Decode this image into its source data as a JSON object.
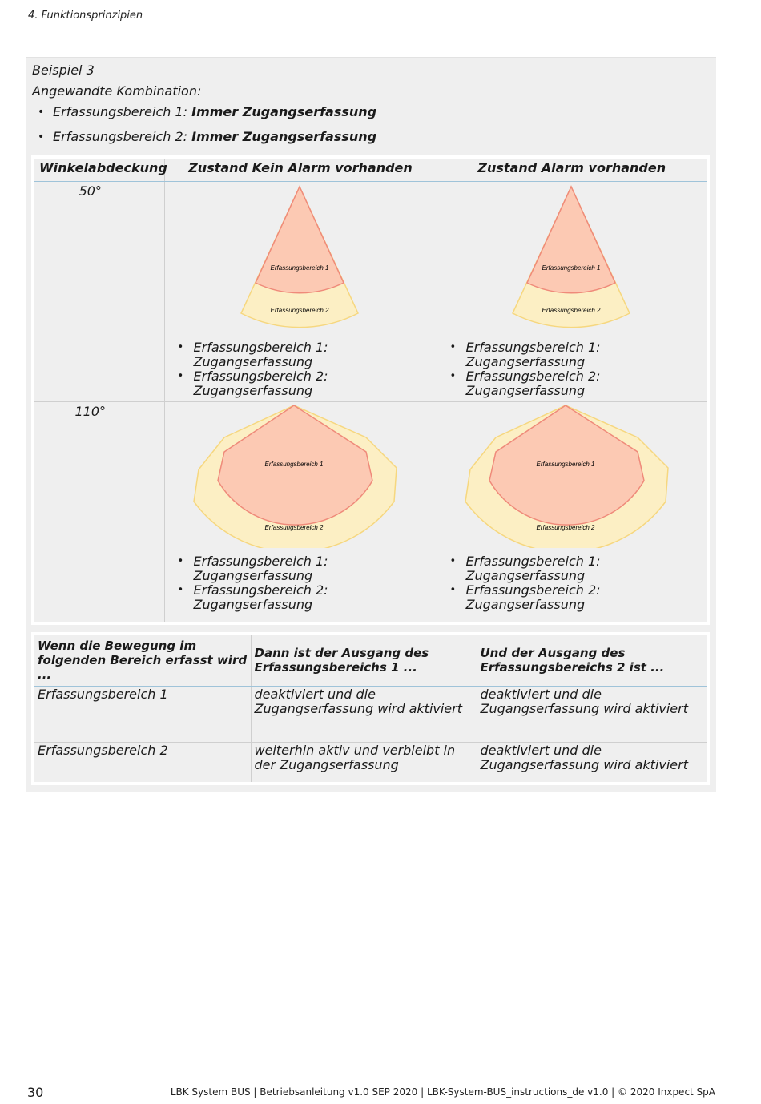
{
  "header": {
    "chapter": "4.  Funktionsprinzipien"
  },
  "example": {
    "title": "Beispiel 3",
    "subtitle": "Angewandte Kombination:",
    "combination": [
      {
        "prefix": "Erfassungsbereich 1: ",
        "value": "Immer Zugangserfassung"
      },
      {
        "prefix": "Erfassungsbereich 2: ",
        "value": "Immer Zugangserfassung"
      }
    ]
  },
  "coverage_table": {
    "headers": [
      "Winkelabdeckung",
      "Zustand Kein Alarm vorhanden",
      "Zustand Alarm vorhanden"
    ],
    "zone1_label": "Erfassungsbereich 1",
    "zone2_label": "Erfassungsbereich 2",
    "rows": [
      {
        "angle": "50°",
        "no_alarm": [
          "Erfassungsbereich 1: Zugangserfassung",
          "Erfassungsbereich 2: Zugangserfassung"
        ],
        "alarm": [
          "Erfassungsbereich 1: Zugangserfassung",
          "Erfassungsbereich 2: Zugangserfassung"
        ]
      },
      {
        "angle": "110°",
        "no_alarm": [
          "Erfassungsbereich 1: Zugangserfassung",
          "Erfassungsbereich 2: Zugangserfassung"
        ],
        "alarm": [
          "Erfassungsbereich 1: Zugangserfassung",
          "Erfassungsbereich 2: Zugangserfassung"
        ]
      }
    ]
  },
  "output_table": {
    "headers": [
      "Wenn die Bewegung im folgenden Bereich erfasst wird ...",
      "Dann ist der Ausgang des Erfassungsbereichs 1 ...",
      "Und der Ausgang des Erfassungsbereichs 2 ist ..."
    ],
    "rows": [
      [
        "Erfassungsbereich 1",
        "deaktiviert und die Zugangserfassung wird aktiviert",
        "deaktiviert und die Zugangserfassung wird aktiviert"
      ],
      [
        "Erfassungsbereich 2",
        "weiterhin aktiv und verbleibt in der Zugangserfassung",
        "deaktiviert und die Zugangserfassung wird aktiviert"
      ]
    ]
  },
  "colors": {
    "zone1_fill": "#fcc9b3",
    "zone1_stroke": "#ef8a7a",
    "zone2_fill": "#fcefc4",
    "zone2_stroke": "#f6d77f"
  },
  "footer": {
    "page_number": "30",
    "text": "LBK System BUS | Betriebsanleitung v1.0 SEP 2020 | LBK-System-BUS_instructions_de v1.0 | © 2020 Inxpect SpA"
  }
}
